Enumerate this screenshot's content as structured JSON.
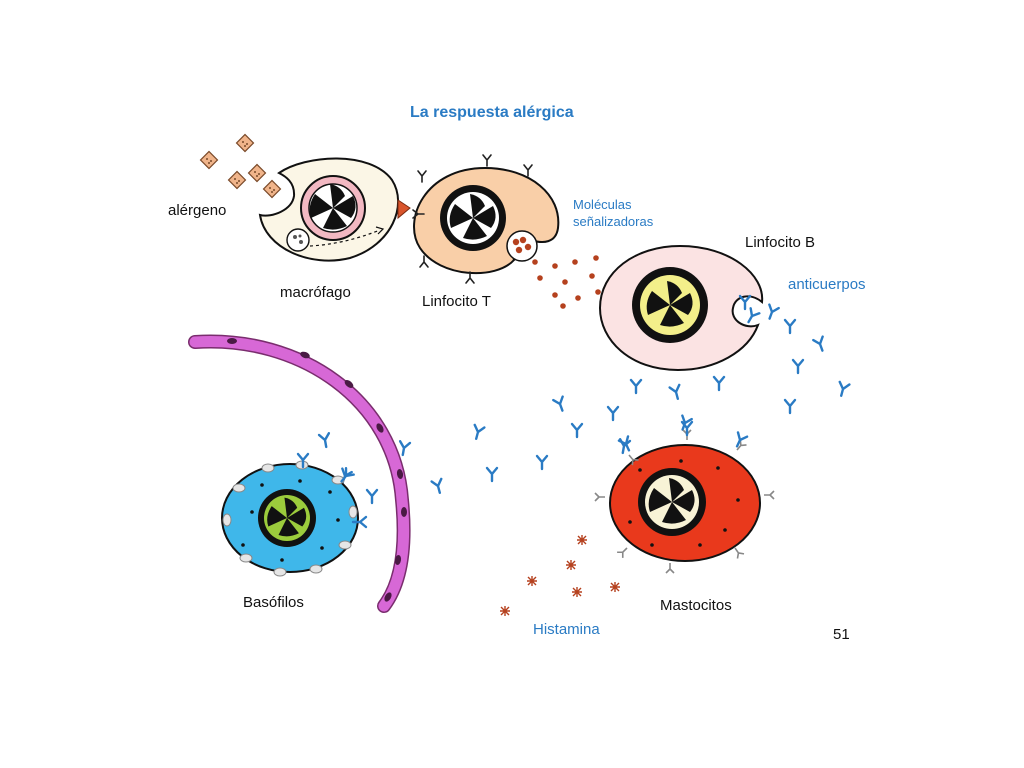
{
  "title": "La respuesta alérgica",
  "labels": {
    "alergeno": "alérgeno",
    "macrofago": "macrófago",
    "linfocito_t": "Linfocito T",
    "moleculas_line1": "Moléculas",
    "moleculas_line2": "señalizadoras",
    "linfocito_b": "Linfocito B",
    "anticuerpos": "anticuerpos",
    "basofilos": "Basófilos",
    "mastocitos": "Mastocitos",
    "histamina": "Histamina"
  },
  "page_number": "51",
  "colors": {
    "title": "#2a7bc4",
    "antibody": "#2a7bc4",
    "signal_molecule": "#b5411e",
    "histamine": "#b5411e",
    "macrophage": "#fbf6e6",
    "t_cell": "#f9cfa8",
    "b_cell": "#fbe3e3",
    "basophil": "#3fb7ea",
    "mast_cell": "#e9391c",
    "vessel": "#d768d6"
  }
}
